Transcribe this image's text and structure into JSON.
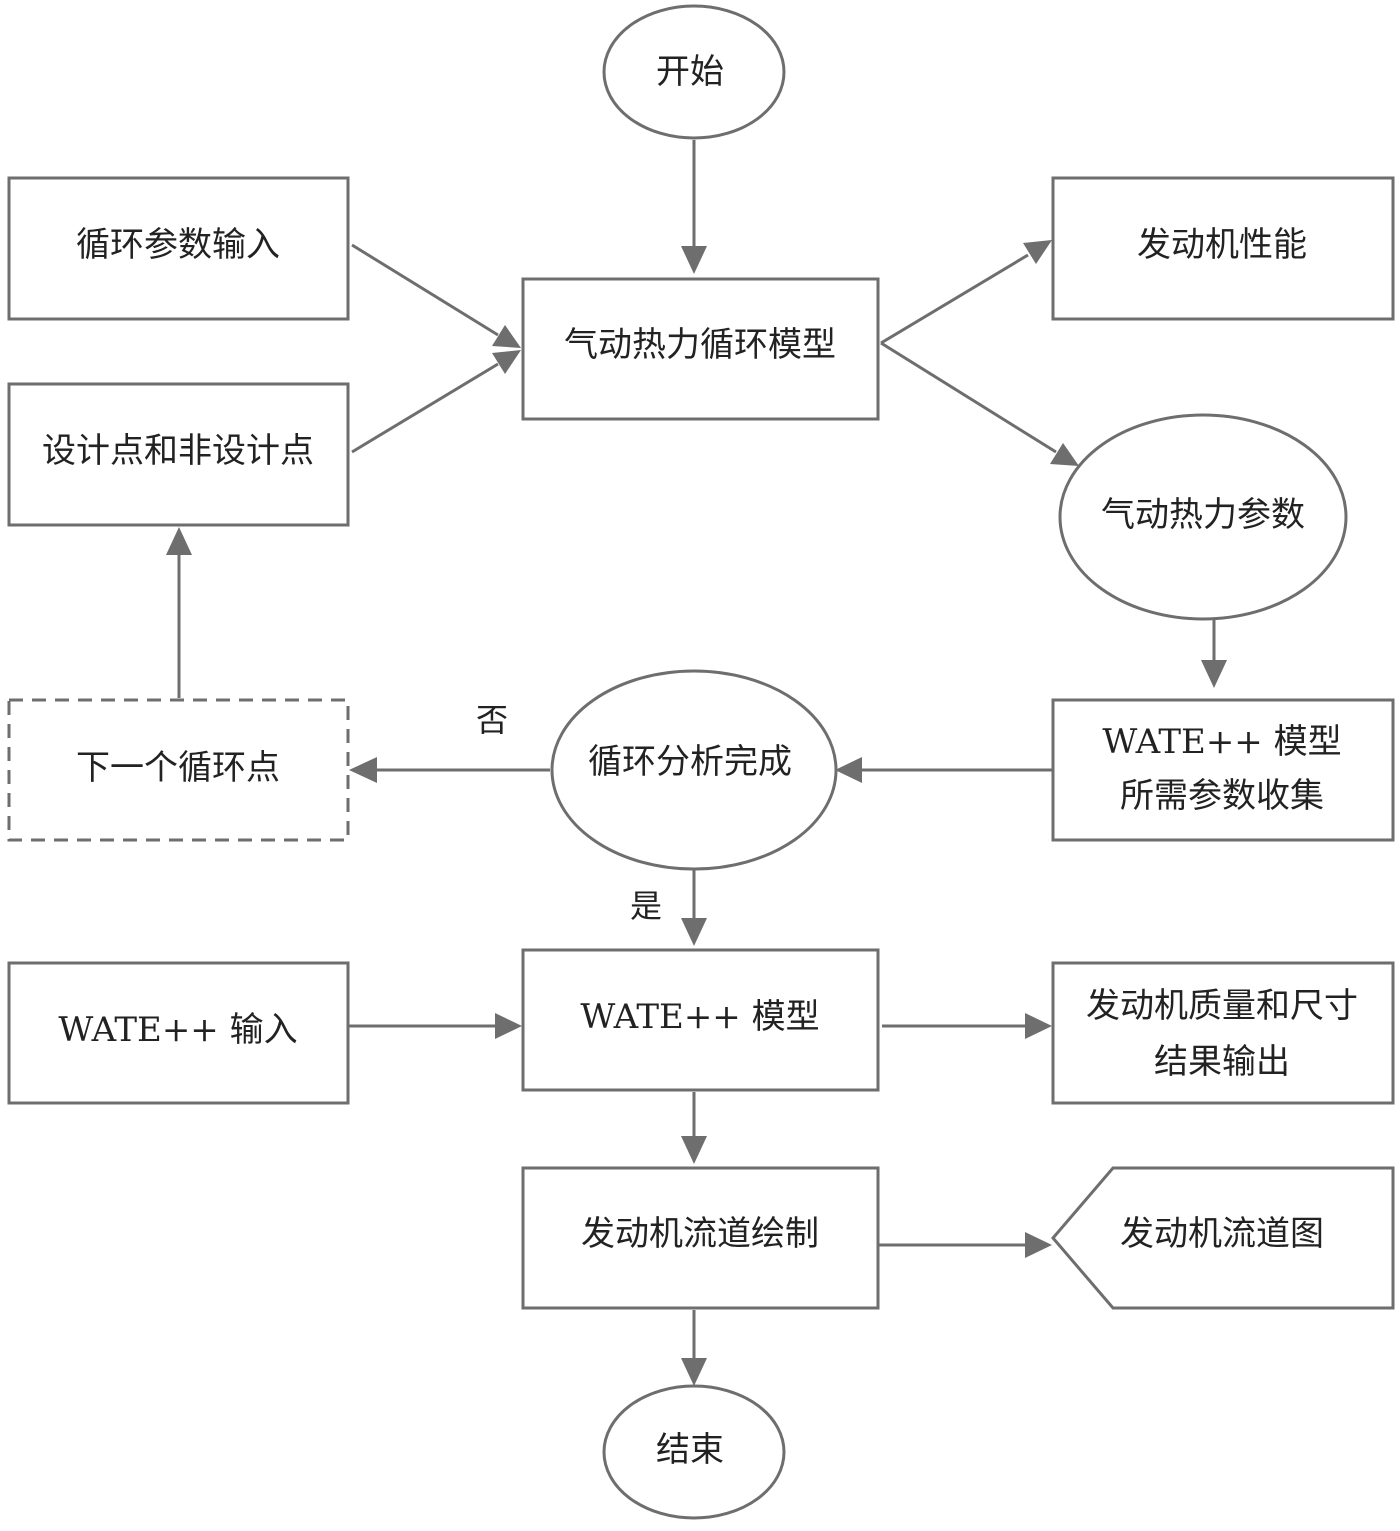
{
  "diagram": {
    "nodes": {
      "start": {
        "label": "开始"
      },
      "cycle_params_input": {
        "label": "循环参数输入"
      },
      "design_offdesign_points": {
        "label": "设计点和非设计点"
      },
      "aerothermo_cycle_model": {
        "label": "气动热力循环模型"
      },
      "engine_performance": {
        "label": "发动机性能"
      },
      "aerothermo_params": {
        "label": "气动热力参数"
      },
      "wate_params_collection": {
        "label_lines": [
          "WATE++ 模型",
          "所需参数收集"
        ]
      },
      "cycle_analysis_done": {
        "label": "循环分析完成"
      },
      "next_cycle_point": {
        "label": "下一个循环点"
      },
      "wate_input": {
        "label": "WATE++ 输入"
      },
      "wate_model": {
        "label": "WATE++ 模型"
      },
      "mass_size_output": {
        "label_lines": [
          "发动机质量和尺寸",
          "结果输出"
        ]
      },
      "flowpath_drawing": {
        "label": "发动机流道绘制"
      },
      "flowpath_chart": {
        "label": "发动机流道图"
      },
      "end": {
        "label": "结束"
      }
    },
    "edge_labels": {
      "no": "否",
      "yes": "是"
    },
    "colors": {
      "stroke": "#6e6e6e",
      "text": "#222222",
      "background": "#ffffff"
    }
  }
}
